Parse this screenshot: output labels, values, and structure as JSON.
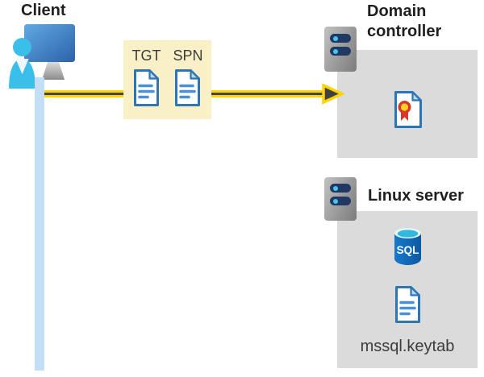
{
  "diagram": {
    "client": {
      "label": "Client"
    },
    "token_box": {
      "items": [
        {
          "label": "TGT"
        },
        {
          "label": "SPN"
        }
      ]
    },
    "domain_controller": {
      "label": "Domain controller"
    },
    "linux_server": {
      "label": "Linux server",
      "database_label": "SQL",
      "keytab_file": "mssql.keytab"
    }
  },
  "colors": {
    "arrow_yellow": "#FFD400",
    "arrow_core_dark": "#454540",
    "token_box_bg": "#FAF0C8",
    "panel_gray": "#DBDBDB",
    "server_bar_navy": "#1F3864",
    "server_led_cyan": "#45C6EE",
    "document_blue": "#2E75B6",
    "document_line_blue": "#4A90D9",
    "client_person_cyan": "#3ABEEA",
    "timeline_band_blue": "#C5DEF8",
    "sql_cylinder_blue": "#1068B4",
    "sql_top_cyan": "#2FB9DE",
    "certificate_red": "#D8382B",
    "certificate_gold": "#FFD21E",
    "title_text": "#1F1F1F"
  }
}
